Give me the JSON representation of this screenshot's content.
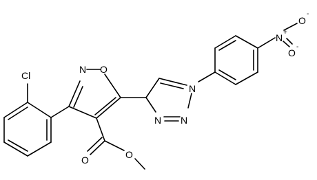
{
  "molecule": {
    "labels": {
      "cl": "Cl",
      "o_ring": "O",
      "n_ring": "N",
      "n1": "N",
      "n2": "N",
      "n3": "N",
      "n_nitro": "N",
      "n_nitro_plus": "+",
      "o_nitro_top": "O",
      "o_nitro_minus_top": "-",
      "o_nitro_bottom": "O",
      "o_nitro_minus_bottom": "-",
      "o_carbonyl": "O",
      "o_ester": "O"
    }
  }
}
